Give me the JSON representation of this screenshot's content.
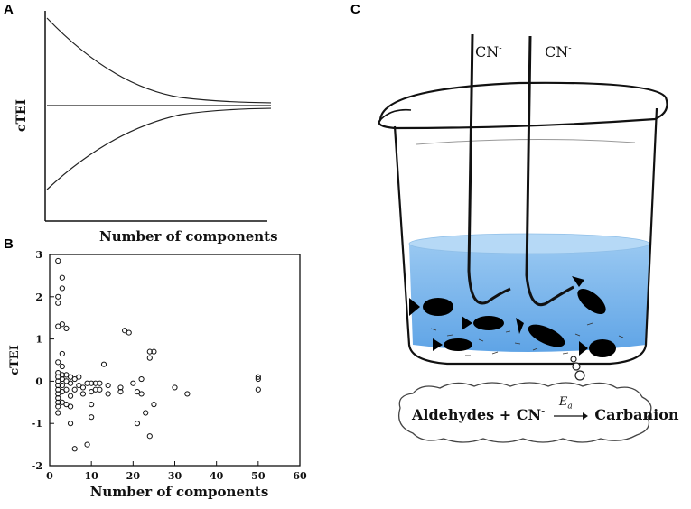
{
  "panels": {
    "a": {
      "letter": "A",
      "xlabel": "Number of components",
      "ylabel": "cTEI"
    },
    "b": {
      "letter": "B"
    },
    "c": {
      "letter": "C",
      "wire_label": "CN",
      "wire_sup": "-",
      "equation": {
        "left": "Aldehydes + CN",
        "sup": "-",
        "arrow_label": "E",
        "arrow_sub": "a",
        "right": "Carbanion"
      }
    }
  },
  "chart_data": {
    "type": "scatter",
    "xlabel": "Number of components",
    "ylabel": "cTEI",
    "xlim": [
      0,
      60
    ],
    "ylim": [
      -2,
      3
    ],
    "xticks": [
      "0",
      "10",
      "20",
      "30",
      "40",
      "50",
      "60"
    ],
    "yticks": [
      "-2",
      "-1",
      "0",
      "1",
      "2",
      "3"
    ],
    "grid": false,
    "points": [
      [
        2,
        2.85
      ],
      [
        2,
        2.0
      ],
      [
        2,
        1.85
      ],
      [
        2,
        1.3
      ],
      [
        2,
        0.45
      ],
      [
        2,
        0.2
      ],
      [
        2,
        0.1
      ],
      [
        2,
        0.0
      ],
      [
        2,
        -0.1
      ],
      [
        2,
        -0.2
      ],
      [
        2,
        -0.3
      ],
      [
        2,
        -0.4
      ],
      [
        2,
        -0.5
      ],
      [
        2,
        -0.6
      ],
      [
        2,
        -0.75
      ],
      [
        3,
        2.45
      ],
      [
        3,
        2.2
      ],
      [
        3,
        1.35
      ],
      [
        3,
        0.65
      ],
      [
        3,
        0.35
      ],
      [
        3,
        0.15
      ],
      [
        3,
        0.05
      ],
      [
        3,
        -0.1
      ],
      [
        3,
        -0.25
      ],
      [
        3,
        -0.5
      ],
      [
        4,
        1.25
      ],
      [
        4,
        0.15
      ],
      [
        4,
        0.0
      ],
      [
        4,
        -0.2
      ],
      [
        4,
        -0.55
      ],
      [
        5,
        0.1
      ],
      [
        5,
        -0.05
      ],
      [
        5,
        -0.35
      ],
      [
        5,
        -0.6
      ],
      [
        5,
        -1.0
      ],
      [
        6,
        0.05
      ],
      [
        6,
        -0.2
      ],
      [
        6,
        -1.6
      ],
      [
        7,
        0.1
      ],
      [
        7,
        -0.1
      ],
      [
        8,
        -0.15
      ],
      [
        8,
        -0.3
      ],
      [
        9,
        -0.05
      ],
      [
        9,
        -1.5
      ],
      [
        10,
        -0.05
      ],
      [
        10,
        -0.25
      ],
      [
        10,
        -0.55
      ],
      [
        10,
        -0.85
      ],
      [
        11,
        -0.05
      ],
      [
        11,
        -0.2
      ],
      [
        12,
        -0.05
      ],
      [
        12,
        -0.2
      ],
      [
        13,
        0.4
      ],
      [
        14,
        -0.1
      ],
      [
        14,
        -0.3
      ],
      [
        17,
        -0.15
      ],
      [
        17,
        -0.25
      ],
      [
        18,
        1.2
      ],
      [
        19,
        1.15
      ],
      [
        20,
        -0.05
      ],
      [
        21,
        -0.25
      ],
      [
        21,
        -1.0
      ],
      [
        22,
        0.05
      ],
      [
        22,
        -0.3
      ],
      [
        23,
        -0.75
      ],
      [
        24,
        0.7
      ],
      [
        24,
        0.55
      ],
      [
        24,
        -1.3
      ],
      [
        25,
        0.7
      ],
      [
        25,
        -0.55
      ],
      [
        30,
        -0.15
      ],
      [
        33,
        -0.3
      ],
      [
        50,
        0.1
      ],
      [
        50,
        0.05
      ],
      [
        50,
        -0.2
      ]
    ]
  }
}
